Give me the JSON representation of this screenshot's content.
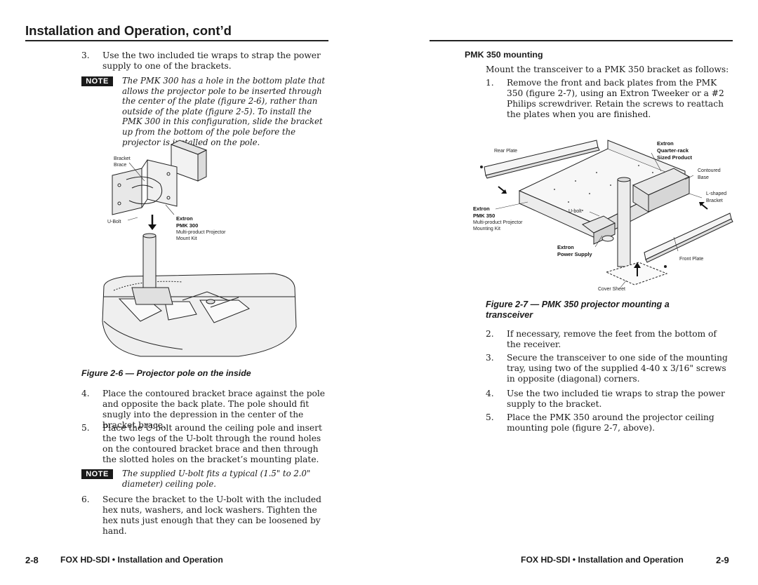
{
  "header": {
    "title": "Installation and Operation, cont’d"
  },
  "left": {
    "step3": {
      "num": "3.",
      "text": "Use the two included tie wraps to strap the power supply to one of the brackets."
    },
    "note1": {
      "badge": "NOTE",
      "text": "The PMK 300 has a hole in the bottom plate that allows the projector pole to be inserted through the center of the plate (figure 2-6), rather than outside of the plate (figure 2-5). To install the PMK 300 in this configuration, slide the bracket up from the bottom of the pole before the projector is installed on the pole."
    },
    "figure": {
      "bracket": "Bracket",
      "brace": "Brace",
      "ubolt": "U-Bolt",
      "extron": "Extron",
      "pmk300": "PMK 300",
      "multi": "Multi-product Projector",
      "mountkit": "Mount Kit"
    },
    "caption": "Figure 2-6 — Projector pole on the inside",
    "step4": {
      "num": "4.",
      "text": "Place the contoured bracket brace against the pole and opposite the back plate. The pole should fit snugly into the depression in the center of the bracket brace."
    },
    "step5": {
      "num": "5.",
      "text": "Place the U-bolt around the ceiling pole and insert the two legs of the U-bolt through the round holes on the contoured bracket brace and then through the slotted holes on the bracket’s mounting plate."
    },
    "note2": {
      "badge": "NOTE",
      "text": "The supplied U-bolt fits a typical (1.5\" to 2.0\" diameter) ceiling pole."
    },
    "step6": {
      "num": "6.",
      "text": "Secure the bracket to the U-bolt with the included hex nuts, washers, and lock washers. Tighten the hex nuts just enough that they can be loosened by hand."
    }
  },
  "right": {
    "heading": "PMK 350 mounting",
    "intro": "Mount the transceiver to a PMK 350 bracket as follows:",
    "step1": {
      "num": "1.",
      "text": "Remove the front and back plates from the PMK 350 (figure 2-7), using an Extron Tweeker or a #2 Philips screwdriver. Retain the screws to reattach the plates when you are finished."
    },
    "figure": {
      "rearplate": "Rear Plate",
      "extron1": "Extron",
      "qrack": "Quarter-rack",
      "sized": "Sized Product",
      "contoured": "Contoured",
      "base": "Base",
      "lshaped": "L-shaped",
      "bracket": "Bracket",
      "extron2": "Extron",
      "pmk350": "PMK 350",
      "multi": "Multi-product Projector",
      "mountingkit": "Mounting Kit",
      "ubolt": "U-bolt",
      "extron3": "Extron",
      "psupply": "Power Supply",
      "frontplate": "Front Plate",
      "coversheet": "Cover Sheet"
    },
    "caption": "Figure 2-7 — PMK 350 projector mounting a transceiver",
    "step2": {
      "num": "2.",
      "text": "If necessary, remove the feet from the bottom of the receiver."
    },
    "step3": {
      "num": "3.",
      "text": "Secure the transceiver to one side of the mounting tray, using two of the supplied 4-40 x 3/16\" screws in opposite (diagonal) corners."
    },
    "step4": {
      "num": "4.",
      "text": "Use the two included tie wraps to strap the power supply to the bracket."
    },
    "step5": {
      "num": "5.",
      "text": "Place the PMK 350 around the projector ceiling mounting pole (figure 2-7, above)."
    }
  },
  "footer": {
    "left_page": "2-8",
    "left_title": "FOX HD-SDI • Installation and Operation",
    "right_title": "FOX HD-SDI • Installation and Operation",
    "right_page": "2-9"
  }
}
